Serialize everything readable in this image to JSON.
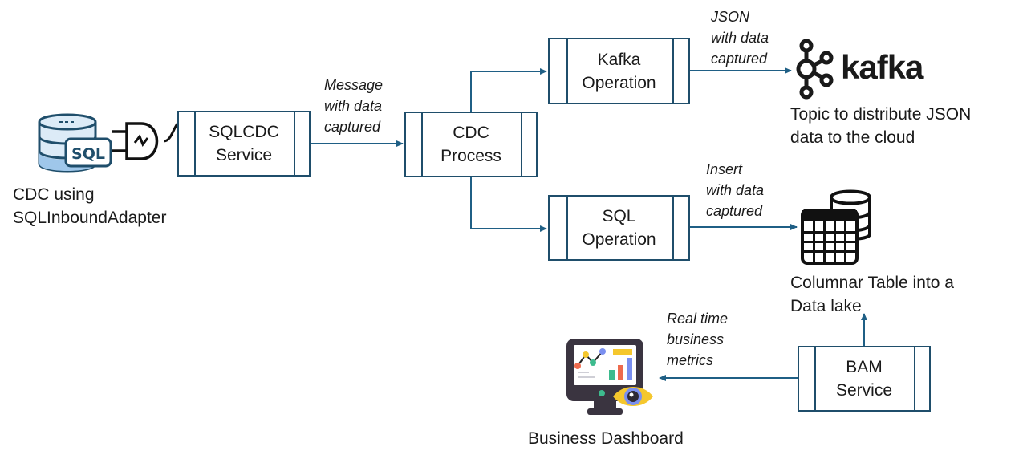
{
  "diagram": {
    "colors": {
      "connector": "#1f5f85",
      "box_border": "#1f4e6b",
      "text": "#1a1a1a"
    },
    "nodes": {
      "sqlcdc_service": {
        "label": "SQLCDC\nService"
      },
      "cdc_process": {
        "label": "CDC\nProcess"
      },
      "kafka_operation": {
        "label": "Kafka\nOperation"
      },
      "sql_operation": {
        "label": "SQL\nOperation"
      },
      "bam_service": {
        "label": "BAM\nService"
      }
    },
    "edge_labels": {
      "message": "Message\nwith data\ncaptured",
      "json": "JSON\nwith data\ncaptured",
      "insert": "Insert\nwith data\ncaptured",
      "metrics": "Real time\nbusiness\nmetrics"
    },
    "captions": {
      "source": "CDC using\nSQLInboundAdapter",
      "kafka_topic": "Topic to distribute JSON\ndata to the cloud",
      "data_lake": "Columnar Table into a\nData lake",
      "dashboard": "Business Dashboard"
    },
    "icons": {
      "sql_db": {
        "name": "sql-database-icon",
        "text": "SQL"
      },
      "plug": {
        "name": "plug-icon"
      },
      "kafka_logo": {
        "name": "kafka-logo-icon",
        "word": "kafka"
      },
      "columnar_table": {
        "name": "columnar-table-icon"
      },
      "dashboard": {
        "name": "dashboard-monitor-icon"
      }
    },
    "edges": [
      {
        "from": "sql-database",
        "to": "sqlcdc_service"
      },
      {
        "from": "sqlcdc_service",
        "to": "cdc_process"
      },
      {
        "from": "cdc_process",
        "to": "kafka_operation"
      },
      {
        "from": "cdc_process",
        "to": "sql_operation"
      },
      {
        "from": "kafka_operation",
        "to": "kafka-topic"
      },
      {
        "from": "sql_operation",
        "to": "columnar-table"
      },
      {
        "from": "bam_service",
        "to": "columnar-table"
      },
      {
        "from": "bam_service",
        "to": "business-dashboard"
      }
    ]
  }
}
